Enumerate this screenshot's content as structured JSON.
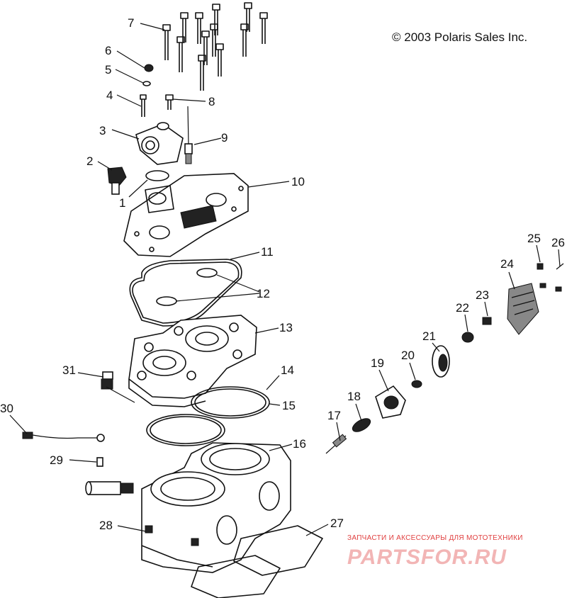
{
  "copyright": "© 2003 Polaris Sales Inc.",
  "watermark": {
    "tagline": "ЗАПЧАСТИ И АКСЕССУАРЫ ДЛЯ МОТОТЕХНИКИ",
    "brand": "PARTSFOR.RU"
  },
  "callouts": {
    "c1": "1",
    "c2": "2",
    "c3": "3",
    "c4": "4",
    "c5": "5",
    "c6": "6",
    "c7": "7",
    "c8": "8",
    "c9": "9",
    "c10": "10",
    "c11": "11",
    "c12": "12",
    "c13": "13",
    "c14": "14",
    "c15": "15",
    "c16": "16",
    "c17": "17",
    "c18": "18",
    "c19": "19",
    "c20": "20",
    "c21": "21",
    "c22": "22",
    "c23": "23",
    "c24": "24",
    "c25": "25",
    "c26": "26",
    "c27": "27",
    "c28": "28",
    "c29": "29",
    "c30": "30",
    "c31": "31"
  },
  "colors": {
    "line": "#111111",
    "watermark_text": "#e04040",
    "watermark_logo": "#f2b5b5"
  }
}
